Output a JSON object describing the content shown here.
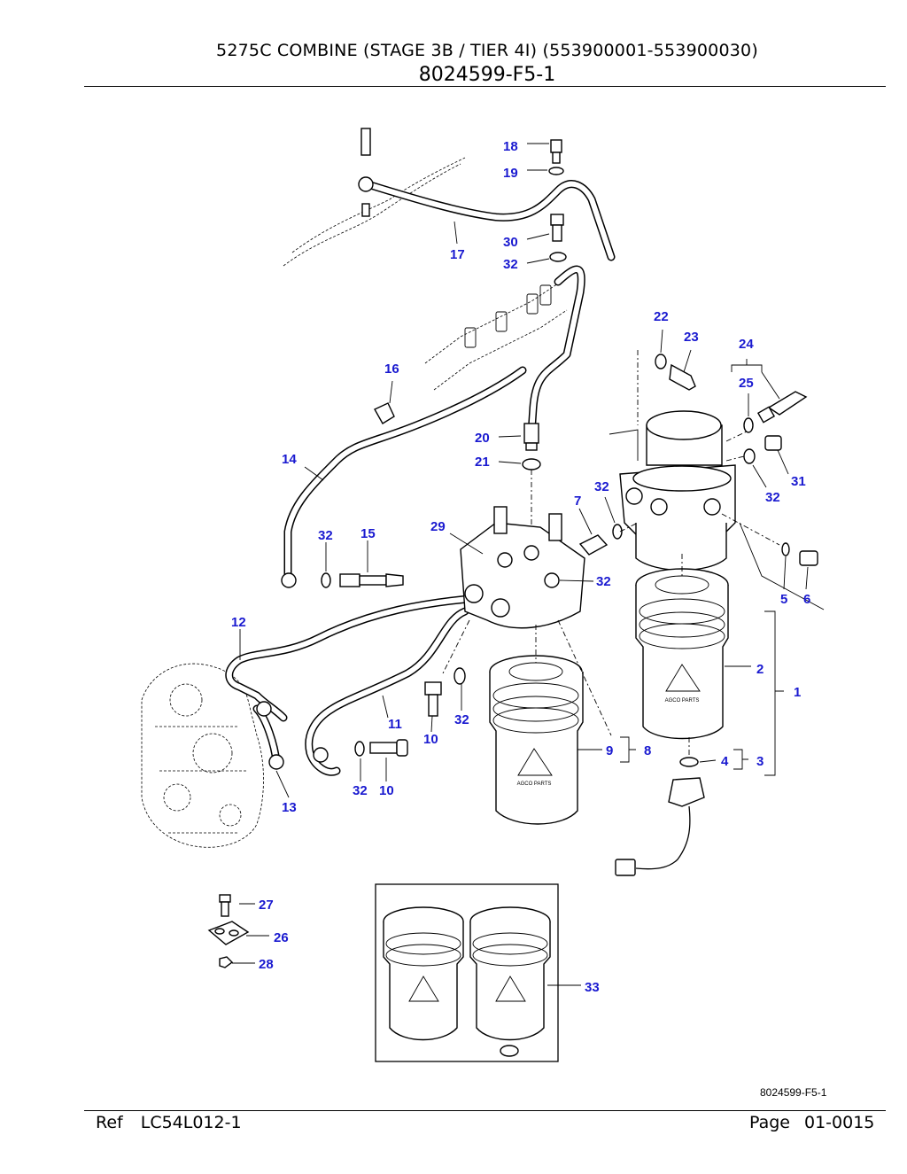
{
  "header": {
    "title": "5275C COMBINE (STAGE 3B / TIER 4I) (553900001-553900030)",
    "code": "8024599-F5-1"
  },
  "figure_code": "8024599-F5-1",
  "footer": {
    "ref_label": "Ref",
    "ref_value": "LC54L012-1",
    "page_label": "Page",
    "page_value": "01-0015"
  },
  "callout_color": "#1a1ad0",
  "callouts": {
    "c18": "18",
    "c19": "19",
    "c30": "30",
    "c32a": "32",
    "c17": "17",
    "c22": "22",
    "c23": "23",
    "c24": "24",
    "c25": "25",
    "c16": "16",
    "c20": "20",
    "c21": "21",
    "c14": "14",
    "c32b": "32",
    "c7": "7",
    "c31": "31",
    "c32c": "32",
    "c29": "29",
    "c32d": "32",
    "c15": "15",
    "c32e": "32",
    "c5": "5",
    "c6": "6",
    "c12": "12",
    "c2": "2",
    "c1": "1",
    "c11": "11",
    "c32f": "32",
    "c10a": "10",
    "c9": "9",
    "c8": "8",
    "c4": "4",
    "c3": "3",
    "c32g": "32",
    "c10b": "10",
    "c13": "13",
    "c27": "27",
    "c26": "26",
    "c28": "28",
    "c33": "33"
  },
  "filter_logo_text": "AGCO PARTS"
}
